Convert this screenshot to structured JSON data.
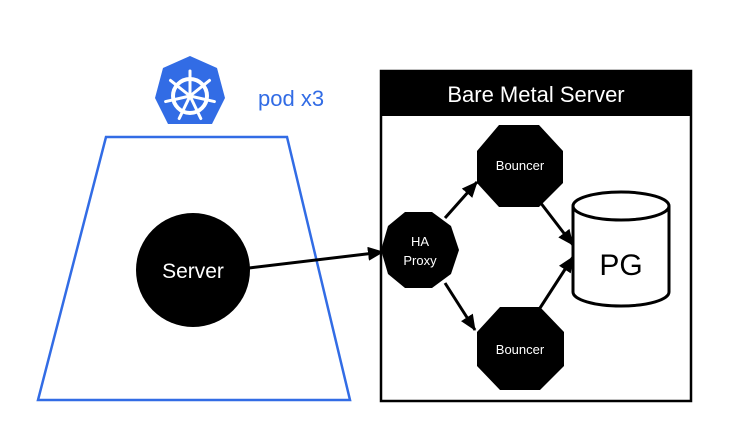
{
  "colors": {
    "k8s_blue": "#326ce5",
    "black": "#000000",
    "white": "#ffffff"
  },
  "k8s_pod": {
    "icon": "kubernetes-helm-wheel-icon",
    "label": "pod x3"
  },
  "server": {
    "label": "Server"
  },
  "bare_metal": {
    "title": "Bare Metal Server",
    "haproxy": {
      "line1": "HA",
      "line2": "Proxy"
    },
    "bouncer_top": {
      "label": "Bouncer"
    },
    "bouncer_bottom": {
      "label": "Bouncer"
    },
    "database": {
      "label": "PG",
      "icon": "database-cylinder-icon"
    }
  },
  "edges": [
    {
      "from": "Server",
      "to": "HA Proxy"
    },
    {
      "from": "HA Proxy",
      "to": "Bouncer (top)"
    },
    {
      "from": "HA Proxy",
      "to": "Bouncer (bottom)"
    },
    {
      "from": "Bouncer (top)",
      "to": "PG"
    },
    {
      "from": "Bouncer (bottom)",
      "to": "PG"
    }
  ]
}
